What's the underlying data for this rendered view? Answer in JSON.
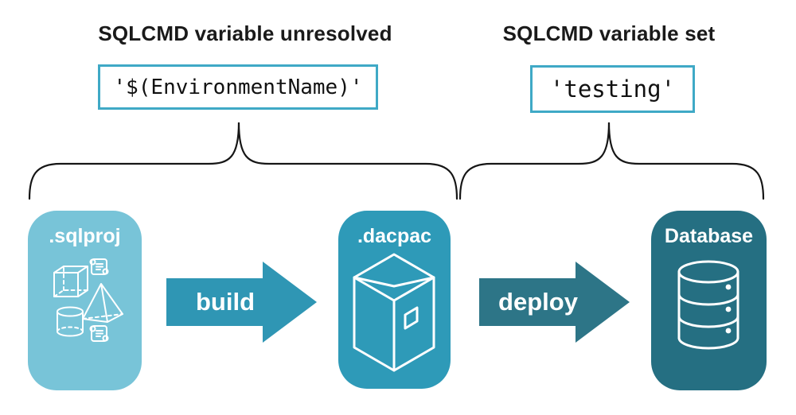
{
  "colors": {
    "background": "#ffffff",
    "heading_text": "#1a1a1a",
    "value_box_border": "#3fa9c6",
    "value_text": "#111111",
    "brace": "#161616",
    "sqlproj_fill": "#78c4d8",
    "dacpac_fill": "#2e9ab8",
    "database_fill": "#256f82",
    "build_arrow_fill": "#2f96b4",
    "deploy_arrow_fill": "#2d7587",
    "node_label_text": "#ffffff",
    "icon_stroke": "#ffffff"
  },
  "annotations": {
    "left": {
      "heading": "SQLCMD variable unresolved",
      "value": "'$(EnvironmentName)'"
    },
    "right": {
      "heading": "SQLCMD variable set",
      "value": "'testing'"
    }
  },
  "pipeline": {
    "nodes": [
      {
        "id": "sqlproj",
        "label": ".sqlproj",
        "icon": "sql-objects-and-scripts-icon"
      },
      {
        "id": "dacpac",
        "label": ".dacpac",
        "icon": "package-box-icon"
      },
      {
        "id": "database",
        "label": "Database",
        "icon": "database-cylinder-icon"
      }
    ],
    "arrows": [
      {
        "id": "build",
        "label": "build"
      },
      {
        "id": "deploy",
        "label": "deploy"
      }
    ]
  }
}
